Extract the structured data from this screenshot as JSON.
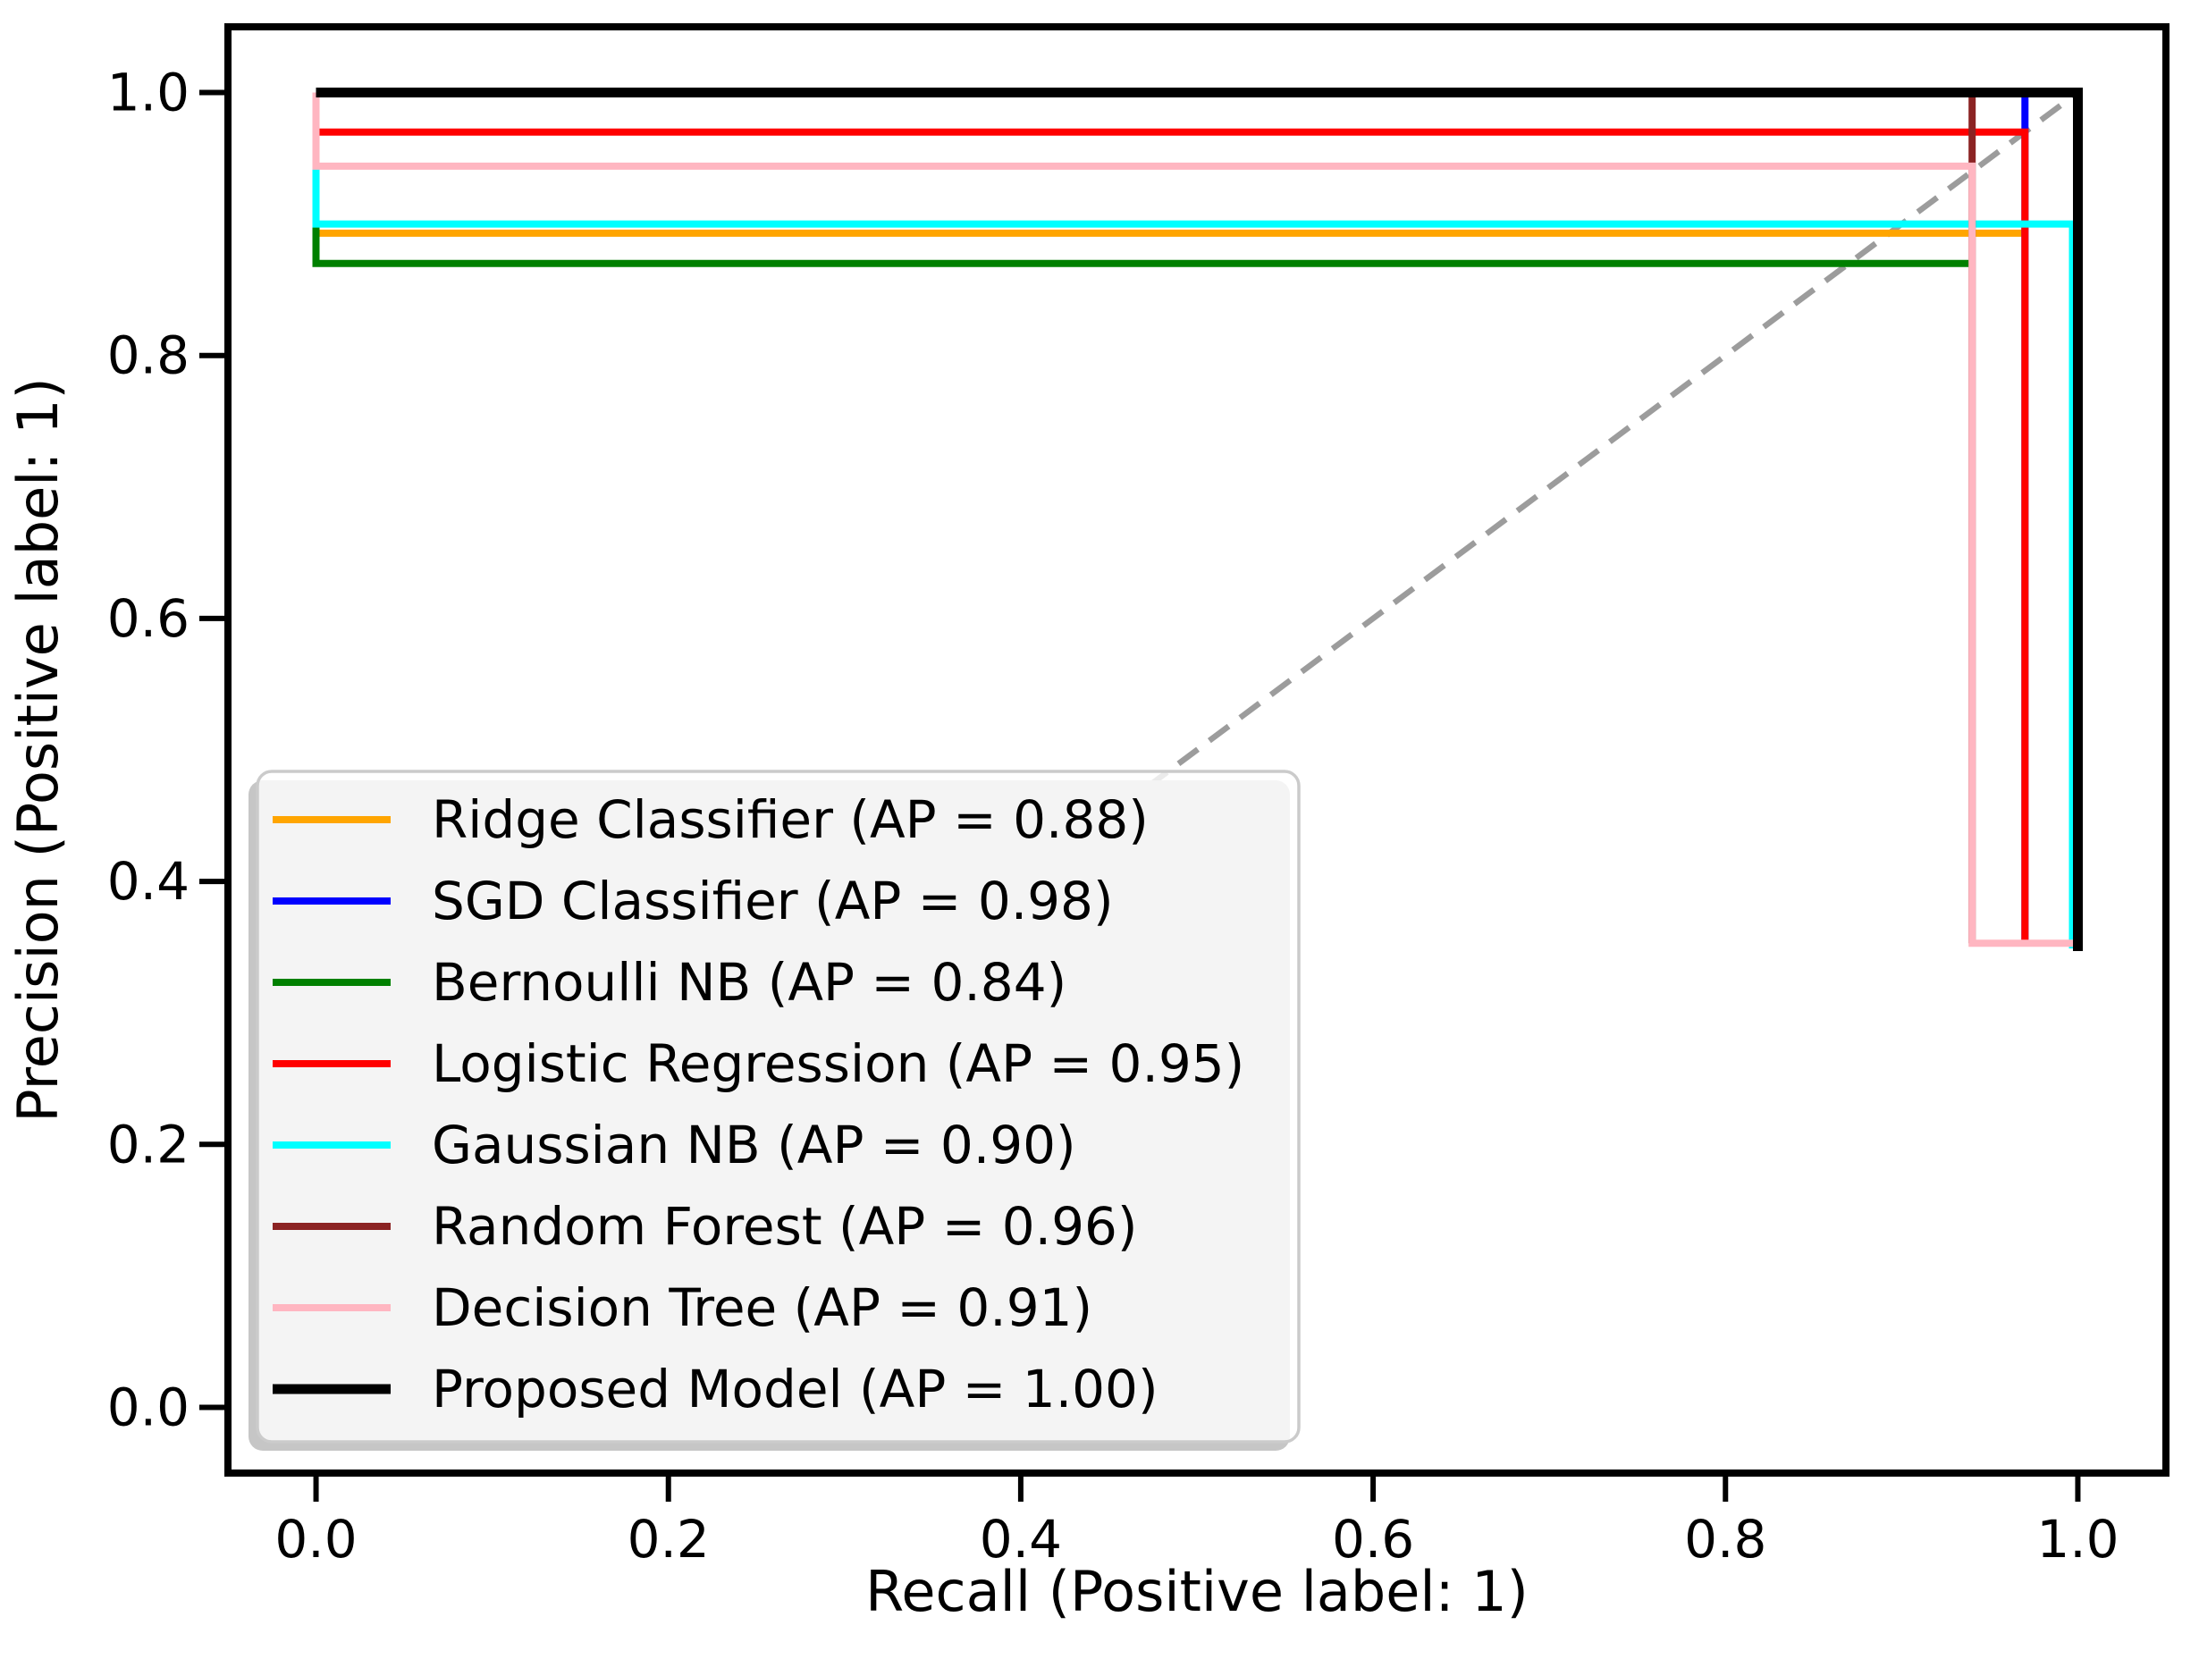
{
  "chart_data": {
    "type": "line",
    "subtype": "precision-recall-step-curves",
    "title": "",
    "xlabel": "Recall (Positive label: 1)",
    "ylabel": "Precision (Positive label: 1)",
    "xlim": [
      -0.05,
      1.05
    ],
    "ylim": [
      -0.05,
      1.05
    ],
    "grid": false,
    "xticks": [
      {
        "v": 0.0,
        "label": "0.0"
      },
      {
        "v": 0.2,
        "label": "0.2"
      },
      {
        "v": 0.4,
        "label": "0.4"
      },
      {
        "v": 0.6,
        "label": "0.6"
      },
      {
        "v": 0.8,
        "label": "0.8"
      },
      {
        "v": 1.0,
        "label": "1.0"
      }
    ],
    "yticks": [
      {
        "v": 0.0,
        "label": "0.0"
      },
      {
        "v": 0.2,
        "label": "0.2"
      },
      {
        "v": 0.4,
        "label": "0.4"
      },
      {
        "v": 0.6,
        "label": "0.6"
      },
      {
        "v": 0.8,
        "label": "0.8"
      },
      {
        "v": 1.0,
        "label": "1.0"
      }
    ],
    "legend_position": "lower left",
    "chance_line": {
      "style": "dashed",
      "color": "#9C9C9C",
      "width": 6.5,
      "points": [
        [
          0,
          0
        ],
        [
          1,
          1
        ]
      ]
    },
    "series": [
      {
        "name": "Ridge Classifier",
        "ap": 0.88,
        "label": "Ridge Classifier (AP = 0.88)",
        "color": "#FFA500",
        "line_width": 8,
        "points": [
          [
            0,
            1.0
          ],
          [
            0,
            0.893
          ],
          [
            0.97,
            0.893
          ]
        ]
      },
      {
        "name": "SGD Classifier",
        "ap": 0.98,
        "label": "SGD Classifier (AP = 0.98)",
        "color": "#0000FF",
        "line_width": 8,
        "points": [
          [
            0,
            1.0
          ],
          [
            0.97,
            1.0
          ],
          [
            0.97,
            0.353
          ]
        ]
      },
      {
        "name": "Bernoulli NB",
        "ap": 0.84,
        "label": "Bernoulli NB (AP = 0.84)",
        "color": "#008000",
        "line_width": 8,
        "points": [
          [
            0,
            1.0
          ],
          [
            0,
            0.87
          ],
          [
            0.94,
            0.87
          ]
        ]
      },
      {
        "name": "Logistic Regression",
        "ap": 0.95,
        "label": "Logistic Regression (AP = 0.95)",
        "color": "#FF0000",
        "line_width": 8,
        "points": [
          [
            0,
            1.0
          ],
          [
            0,
            0.97
          ],
          [
            0.97,
            0.97
          ],
          [
            0.97,
            0.353
          ]
        ]
      },
      {
        "name": "Gaussian NB",
        "ap": 0.9,
        "label": "Gaussian NB (AP = 0.90)",
        "color": "#00FFFF",
        "line_width": 8,
        "points": [
          [
            0,
            1.0
          ],
          [
            0,
            0.9
          ],
          [
            0.997,
            0.9
          ],
          [
            0.997,
            0.349
          ]
        ]
      },
      {
        "name": "Random Forest",
        "ap": 0.96,
        "label": "Random Forest (AP = 0.96)",
        "color": "#8B2323",
        "line_width": 8,
        "points": [
          [
            0,
            1.0
          ],
          [
            0.94,
            1.0
          ],
          [
            0.94,
            0.353
          ]
        ]
      },
      {
        "name": "Decision Tree",
        "ap": 0.91,
        "label": "Decision Tree (AP = 0.91)",
        "color": "#FFB6C1",
        "line_width": 8,
        "points": [
          [
            0,
            1.0
          ],
          [
            0,
            0.944
          ],
          [
            0.94,
            0.944
          ],
          [
            0.94,
            0.353
          ],
          [
            1.0,
            0.353
          ]
        ]
      },
      {
        "name": "Proposed Model",
        "ap": 1.0,
        "label": "Proposed Model (AP = 1.00)",
        "color": "#000000",
        "line_width": 11,
        "points": [
          [
            0,
            1.0
          ],
          [
            1.0,
            1.0
          ],
          [
            1.0,
            0.347
          ]
        ]
      }
    ]
  },
  "style_colors": {
    "spine": "#000000",
    "tick": "#000000",
    "legend_border": "#CBCBCB",
    "legend_background": "rgba(255,255,255,0.8)",
    "legend_shadow": "#C6C6C6"
  }
}
